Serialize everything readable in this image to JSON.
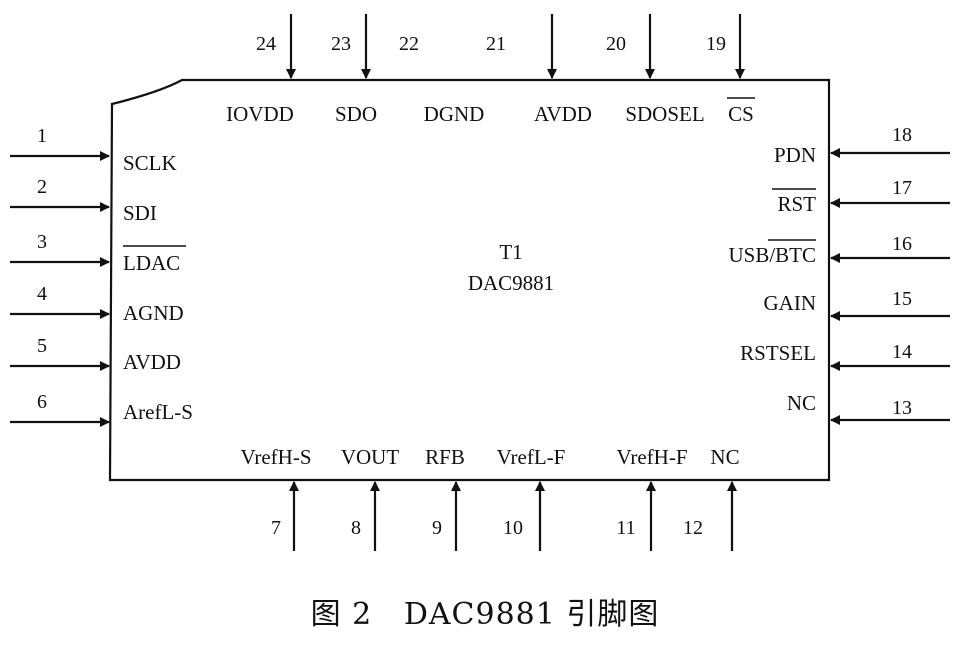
{
  "chip": {
    "designator": "T1",
    "part": "DAC9881"
  },
  "caption": "图 2   DAC9881 引脚图",
  "pins": [
    {
      "num": "1",
      "name": "SCLK"
    },
    {
      "num": "2",
      "name": "SDI"
    },
    {
      "num": "3",
      "name": "LDAC",
      "overbar": true
    },
    {
      "num": "4",
      "name": "AGND"
    },
    {
      "num": "5",
      "name": "AVDD"
    },
    {
      "num": "6",
      "name": "ArefL-S"
    },
    {
      "num": "7",
      "name": "VrefH-S"
    },
    {
      "num": "8",
      "name": "VOUT"
    },
    {
      "num": "9",
      "name": "RFB"
    },
    {
      "num": "10",
      "name": "VrefL-F"
    },
    {
      "num": "11",
      "name": "VrefH-F"
    },
    {
      "num": "12",
      "name": "NC"
    },
    {
      "num": "13",
      "name": "NC"
    },
    {
      "num": "14",
      "name": "RSTSEL"
    },
    {
      "num": "15",
      "name": "GAIN"
    },
    {
      "num": "16",
      "name_prefix": "USB/",
      "name_bar": "BTC"
    },
    {
      "num": "17",
      "name": "RST",
      "overbar": true
    },
    {
      "num": "18",
      "name": "PDN"
    },
    {
      "num": "19",
      "name": "CS",
      "overbar": true
    },
    {
      "num": "20",
      "name": "SDOSEL"
    },
    {
      "num": "21",
      "name": "AVDD"
    },
    {
      "num": "22",
      "name": "DGND"
    },
    {
      "num": "23",
      "name": "SDO"
    },
    {
      "num": "24",
      "name": "IOVDD"
    }
  ]
}
